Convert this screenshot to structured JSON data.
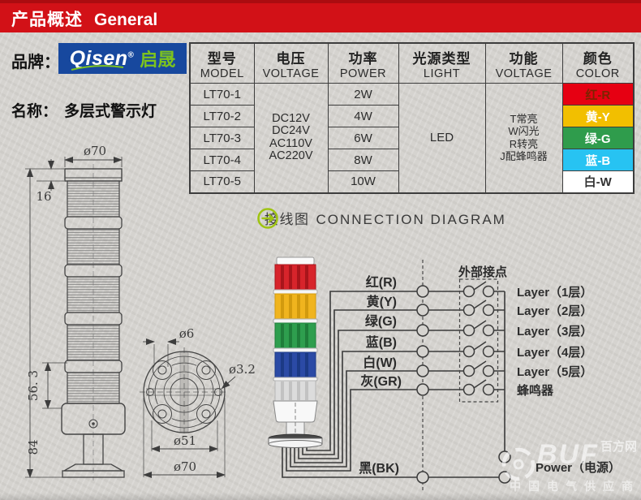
{
  "header": {
    "title_zh": "产品概述",
    "title_en": "General"
  },
  "brand": {
    "label": "品牌：",
    "logo_name": "Qisen",
    "logo_reg": "®",
    "logo_cn": "启晟"
  },
  "product": {
    "label": "名称：",
    "name": "多层式警示灯"
  },
  "colors": {
    "banner_red": "#d21117",
    "logo_blue": "#17489e",
    "logo_green": "#7dc31e",
    "icon_green": "#9fc413"
  },
  "spec_table": {
    "headers": [
      {
        "zh": "型号",
        "en": "MODEL"
      },
      {
        "zh": "电压",
        "en": "VOLTAGE"
      },
      {
        "zh": "功率",
        "en": "POWER"
      },
      {
        "zh": "光源类型",
        "en": "LIGHT"
      },
      {
        "zh": "功能",
        "en": "VOLTAGE"
      },
      {
        "zh": "颜色",
        "en": "COLOR"
      }
    ],
    "models": [
      "LT70-1",
      "LT70-2",
      "LT70-3",
      "LT70-4",
      "LT70-5"
    ],
    "voltages": [
      "DC12V",
      "DC24V",
      "AC110V",
      "AC220V"
    ],
    "powers": [
      "2W",
      "4W",
      "6W",
      "8W",
      "10W"
    ],
    "light_source": "LED",
    "functions": [
      "T常亮",
      "W闪光",
      "R转亮",
      "J配蜂鸣器"
    ],
    "color_options": [
      {
        "label": "红-R",
        "bg": "#e60012",
        "fg": "#7d2400"
      },
      {
        "label": "黄-Y",
        "bg": "#f2bf00",
        "fg": "#ffffff"
      },
      {
        "label": "绿-G",
        "bg": "#2f9c4c",
        "fg": "#ffffff"
      },
      {
        "label": "蓝-B",
        "bg": "#27c3f2",
        "fg": "#ffffff"
      },
      {
        "label": "白-W",
        "bg": "#ffffff",
        "fg": "#333333"
      }
    ]
  },
  "connection": {
    "title_zh": "接线图",
    "title_en": "CONNECTION DIAGRAM",
    "external_contacts_label": "外部接点",
    "wires": [
      "红(R)",
      "黄(Y)",
      "绿(G)",
      "蓝(B)",
      "白(W)",
      "灰(GR)"
    ],
    "common_wire": "黑(BK)",
    "channels": [
      "Layer（1层）",
      "Layer（2层）",
      "Layer（3层）",
      "Layer（4层）",
      "Layer（5层）",
      "蜂鸣器"
    ],
    "power_label": "Power（电源）"
  },
  "drawings": {
    "side_view": {
      "dia_top": "ø70",
      "cap_height": "16",
      "dim_mid": "56. 3",
      "dim_total": "84"
    },
    "top_view": {
      "hole": "ø6",
      "small_hole": "ø3.2",
      "bolt_circle": "ø51",
      "outer": "ø70"
    }
  },
  "watermark": {
    "big": "BUF",
    "site": "百方网",
    "tagline": "中国电气供应商"
  }
}
